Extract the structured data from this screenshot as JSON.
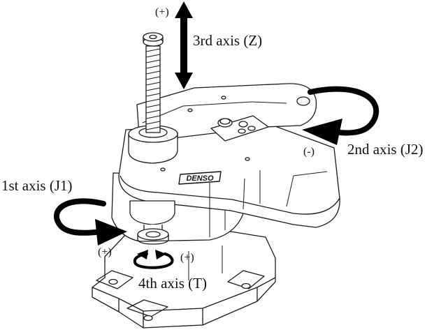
{
  "labels": {
    "axis_z": "3rd axis (Z)",
    "axis_j2": "2nd axis (J2)",
    "axis_j1": "1st axis (J1)",
    "axis_t": "4th axis (T)",
    "plus_z": "(+)",
    "minus_j2": "(-)",
    "plus_j1": "(+)",
    "plus_t": "(+)",
    "brand": "DENSO"
  },
  "colors": {
    "line": "#1a1a1a",
    "arrow": "#000000",
    "body_fill": "#ffffff",
    "shade": "#d9d9d9"
  },
  "icons": {
    "z_arrow": "double-vertical-arrow-icon",
    "j2_arrow": "curved-rotation-arrow-icon",
    "j1_arrow": "curved-rotation-arrow-icon",
    "t_arrow": "circular-rotation-arrow-icon"
  }
}
